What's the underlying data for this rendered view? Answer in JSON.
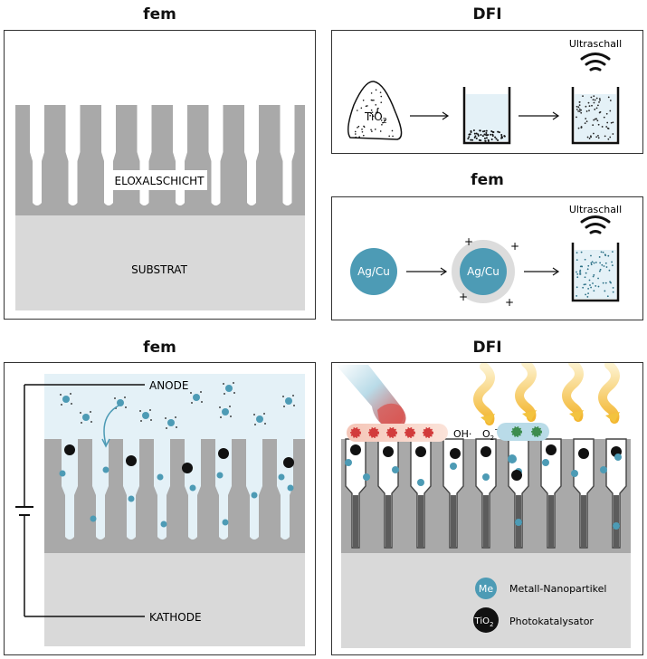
{
  "titles": {
    "top_left": "fem",
    "top_right": "DFI",
    "middle_right": "fem",
    "bottom_left": "fem",
    "bottom_right": "DFI"
  },
  "labels": {
    "eloxalschicht": "ELOXALSCHICHT",
    "substrat": "SUBSTRAT",
    "ultraschall_1": "Ultraschall",
    "ultraschall_2": "Ultraschall",
    "tio2_main": "TiO",
    "tio2_sub": "2",
    "agcu_left": "Ag/Cu",
    "agcu_right": "Ag/Cu",
    "plus": "+",
    "anode": "ANODE",
    "kathode": "KATHODE",
    "oh": "OH·",
    "o2": "O",
    "o2_sub": "2",
    "o2_sup": "−"
  },
  "legend": {
    "me_symbol": "Me",
    "me_label": "Metall-Nanopartikel",
    "tio2_symbol": "TiO",
    "tio2_symbol_sub": "2",
    "tio2_label": "Photokatalysator"
  },
  "colors": {
    "accent_blue": "#4d9bb5",
    "layer_gray": "#a9a9a9",
    "substrate_gray": "#d9d9d9",
    "electrolyte": "#e4f1f7",
    "sun_yellow": "#f3c33f",
    "red_particle": "#d23b3b",
    "green_particle": "#3d8c4e"
  },
  "icons": [
    "sound-wave-icon",
    "battery-symbol-icon",
    "sun-ray-icon",
    "uv-beam-icon",
    "arrow-icon"
  ]
}
